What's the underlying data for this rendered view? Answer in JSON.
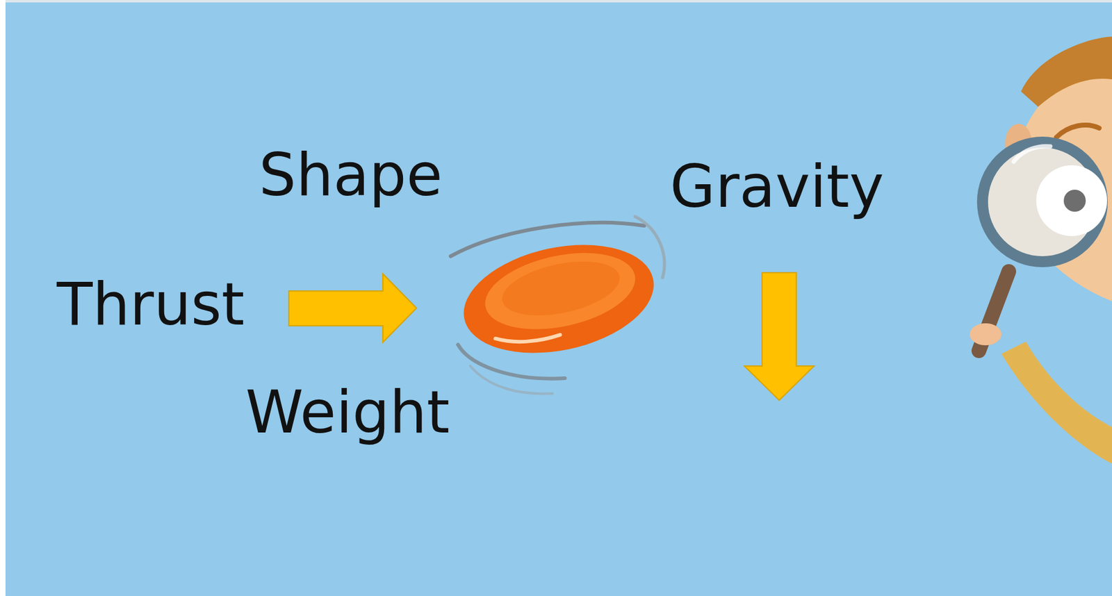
{
  "diagram": {
    "labels": [
      "Shape",
      "Gravity",
      "Thrust",
      "Weight"
    ]
  }
}
